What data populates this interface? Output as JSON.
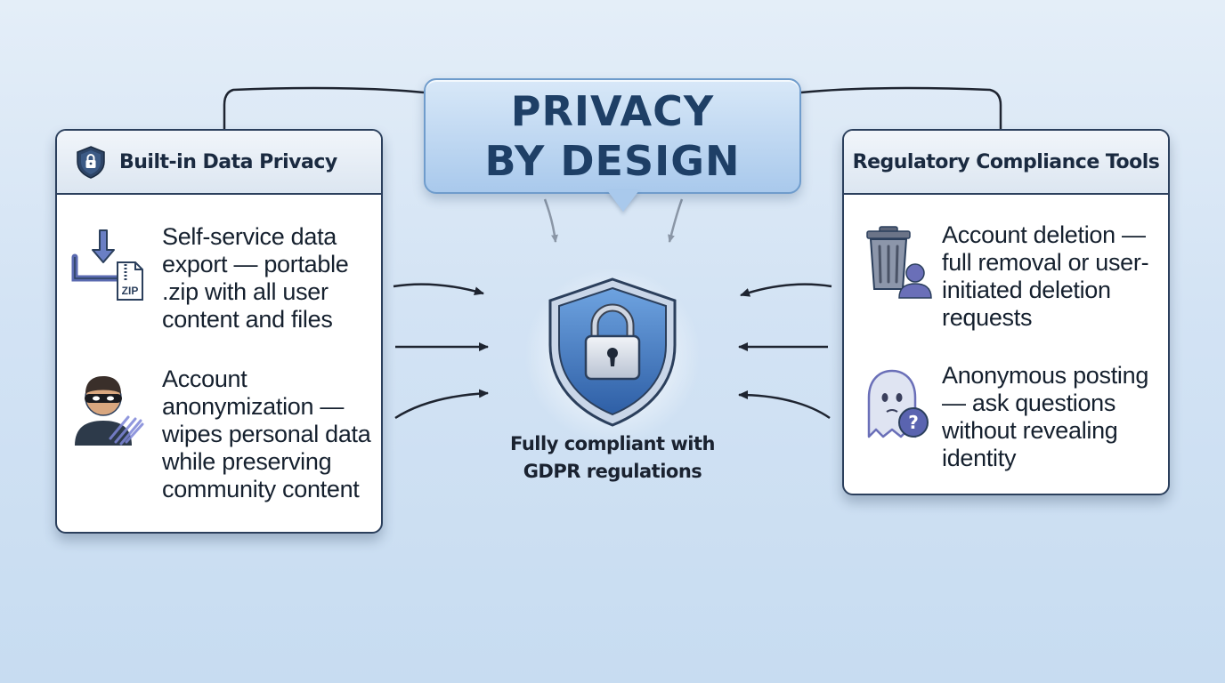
{
  "title": {
    "line1": "PRIVACY",
    "line2": "BY DESIGN"
  },
  "left_panel": {
    "title": "Built-in Data Privacy",
    "header_icon": "shield-lock-icon",
    "items": [
      {
        "icon": "download-zip-icon",
        "text": "Self-service data export — portable .zip with all user content and files",
        "icon_label": "ZIP"
      },
      {
        "icon": "masked-user-icon",
        "text": "Account anonymization — wipes personal data while preserving community content"
      }
    ]
  },
  "right_panel": {
    "title": "Regulatory Compliance Tools",
    "items": [
      {
        "icon": "trash-user-icon",
        "text": "Account deletion — full removal or user-initiated deletion requests"
      },
      {
        "icon": "ghost-question-icon",
        "text": "Anonymous posting — ask questions without revealing identity"
      }
    ]
  },
  "center": {
    "icon": "shield-lock-icon",
    "caption": "Fully compliant with GDPR regulations"
  },
  "colors": {
    "background": "#d3e3f4",
    "title_text": "#1e3f66",
    "title_box": "#a9c9ec",
    "card_border": "#2b3f5c",
    "shield_blue": "#3f78c0",
    "icon_purple": "#6a6fb8"
  }
}
